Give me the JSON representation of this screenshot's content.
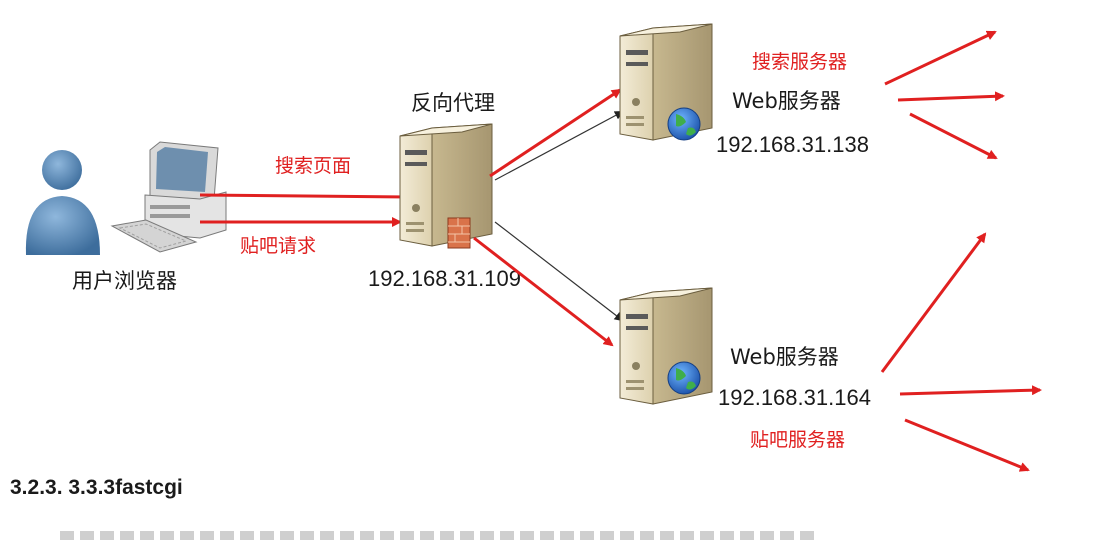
{
  "diagram": {
    "user": {
      "label": "用户浏览器"
    },
    "requests": {
      "search": "搜索页面",
      "tieba": "贴吧请求"
    },
    "proxy": {
      "title": "反向代理",
      "ip": "192.168.31.109"
    },
    "server_top": {
      "label": "Web服务器",
      "ip": "192.168.31.138",
      "role": "搜索服务器"
    },
    "server_bottom": {
      "label": "Web服务器",
      "ip": "192.168.31.164",
      "role": "贴吧服务器"
    }
  },
  "section": {
    "heading": "3.2.3. 3.3.3fastcgi"
  },
  "colors": {
    "arrow_red": "#e02020",
    "text_red": "#e02020",
    "line_dark": "#333333"
  }
}
